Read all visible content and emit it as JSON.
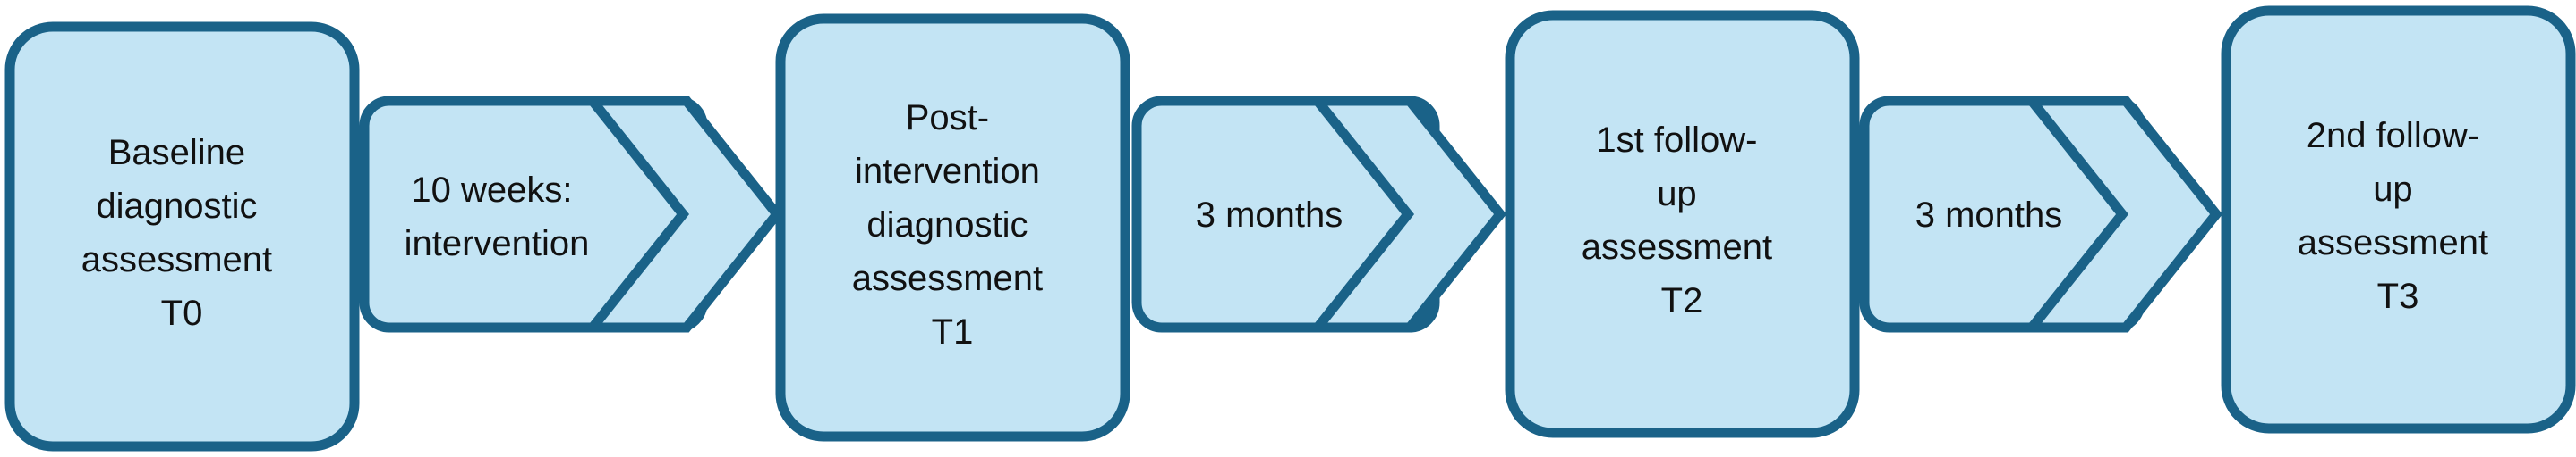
{
  "colors": {
    "fill": "#c3e4f4",
    "stroke": "#1a6288"
  },
  "boxes": [
    {
      "lines": [
        "Baseline",
        "diagnostic",
        "assessment",
        "T0"
      ]
    },
    {
      "lines": [
        "Post-",
        "intervention",
        "diagnostic",
        "assessment",
        "T1"
      ]
    },
    {
      "lines": [
        "1st follow-",
        "up",
        "assessment",
        "T2"
      ]
    },
    {
      "lines": [
        "2nd follow-",
        "up",
        "assessment",
        "T3"
      ]
    }
  ],
  "arrows": [
    {
      "lines": [
        "10 weeks:",
        "intervention"
      ]
    },
    {
      "lines": [
        "3 months"
      ]
    },
    {
      "lines": [
        "3 months"
      ]
    }
  ]
}
